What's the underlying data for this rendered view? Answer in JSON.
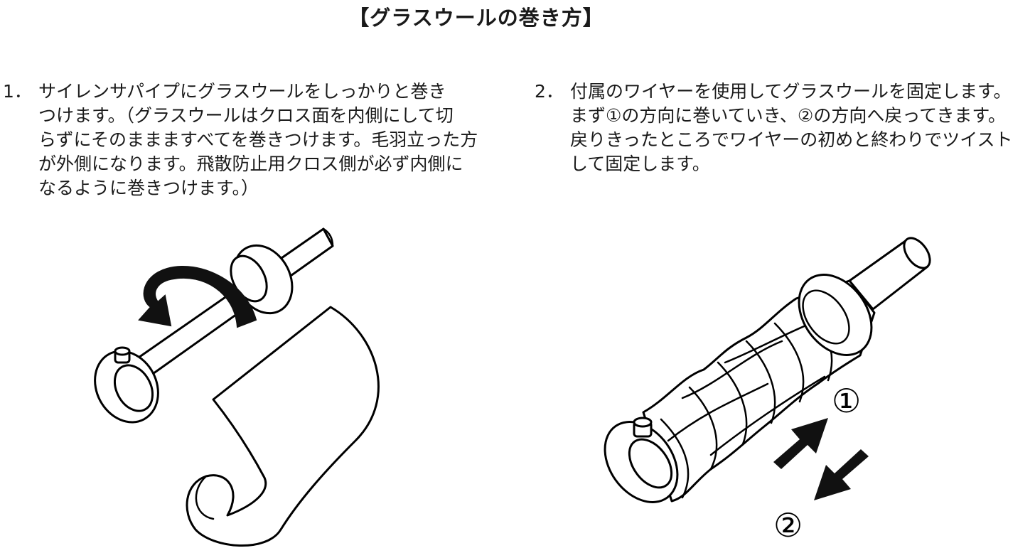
{
  "title": "【グラスウールの巻き方】",
  "steps": [
    {
      "number": "1．",
      "lines": [
        "サイレンサパイプにグラスウールをしっかりと巻き",
        "つけます。（グラスウールはクロス面を内側にして切",
        "らずにそのままますべてを巻きつけます。毛羽立った方",
        "が外側になります。飛散防止用クロス側が必ず内側に",
        "なるように巻きつけます。）"
      ]
    },
    {
      "number": "2．",
      "lines": [
        "付属のワイヤーを使用してグラスウールを固定します。",
        "まず①の方向に巻いていき、②の方向へ戻ってきます。",
        "戻りきったところでワイヤーの初めと終わりでツイスト",
        "して固定します。"
      ]
    }
  ],
  "figure2_labels": {
    "direction_1": "①",
    "direction_2": "②"
  }
}
